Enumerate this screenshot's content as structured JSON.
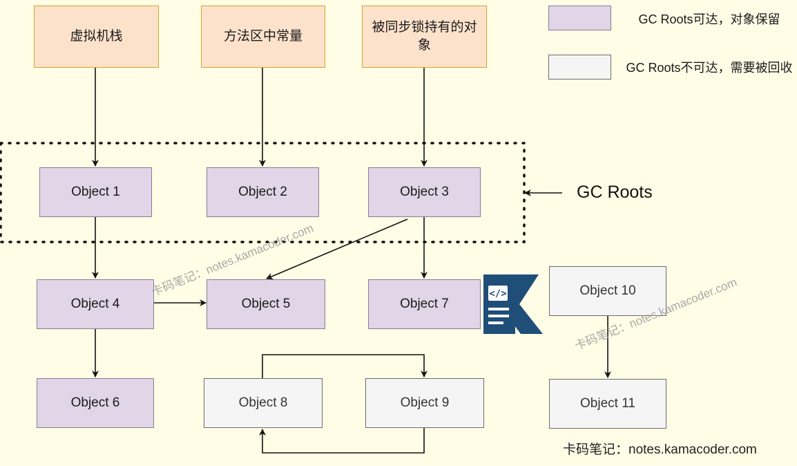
{
  "sources": {
    "stack": "虚拟机栈",
    "constants": "方法区中常量",
    "sync": "被同步锁持有的对象"
  },
  "objects": {
    "o1": "Object 1",
    "o2": "Object 2",
    "o3": "Object 3",
    "o4": "Object 4",
    "o5": "Object 5",
    "o6": "Object 6",
    "o7": "Object 7",
    "o8": "Object 8",
    "o9": "Object 9",
    "o10": "Object 10",
    "o11": "Object 11"
  },
  "gc_roots_label": "GC Roots",
  "legend": {
    "reachable": "GC Roots可达，对象保留",
    "unreachable": "GC Roots不可达，需要被回收"
  },
  "watermark": "卡码笔记：notes.kamacoder.com",
  "footer": "卡码笔记：notes.kamacoder.com",
  "colors": {
    "background": "#fffde6",
    "source_fill": "#fde2cb",
    "source_border": "#d6a227",
    "reachable_fill": "#e1d5e7",
    "unreachable_fill": "#f5f5f5",
    "logo_blue": "#1f4e79"
  }
}
